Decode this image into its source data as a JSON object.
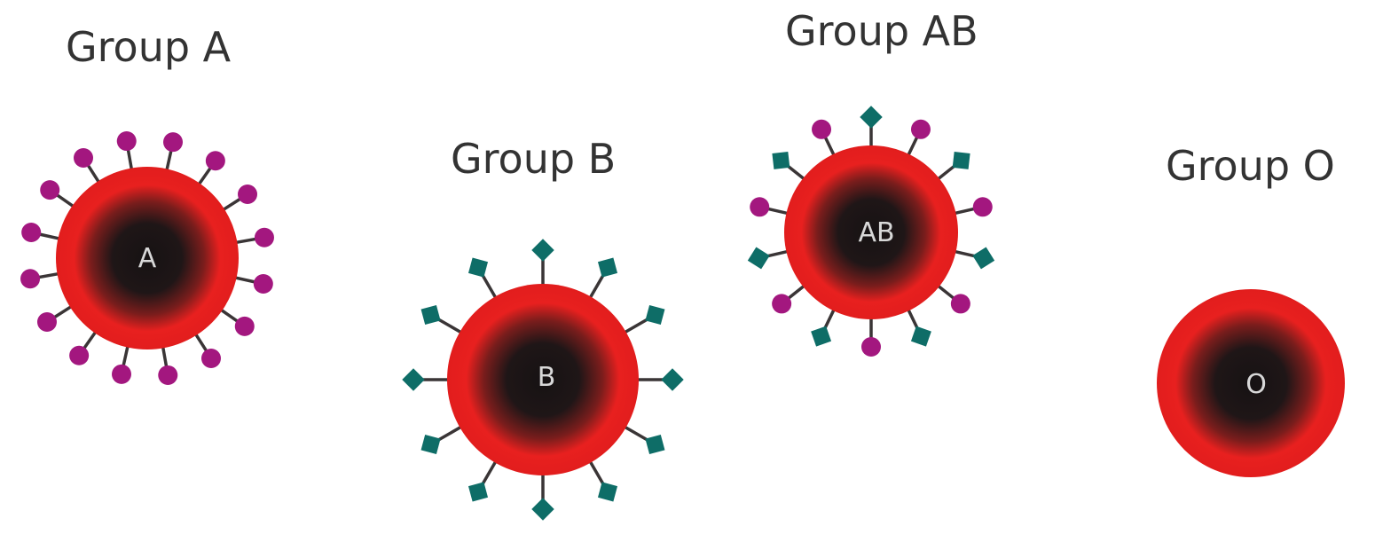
{
  "colors": {
    "cell_edge": "#e8201f",
    "cell_core": "#161213",
    "antigen_a": "#a3177f",
    "antigen_b": "#0e6d67",
    "stalk": "#3a3536",
    "label_text": "#d8d8d8",
    "title_text": "#333333"
  },
  "groups": [
    {
      "title": "Group A",
      "cell_label": "A",
      "antigens": "A-icon (purple circles)"
    },
    {
      "title": "Group B",
      "cell_label": "B",
      "antigens": "B-icon (teal diamonds)"
    },
    {
      "title": "Group AB",
      "cell_label": "AB",
      "antigens": "A-icon and B-icon alternating"
    },
    {
      "title": "Group O",
      "cell_label": "O",
      "antigens": "none"
    }
  ]
}
